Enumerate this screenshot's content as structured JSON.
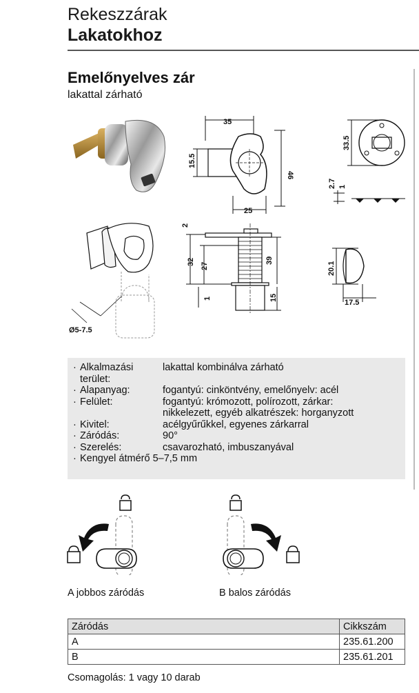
{
  "header": {
    "line1": "Rekeszzárak",
    "line2": "Lakatokhoz"
  },
  "product": {
    "title": "Emelőnyelves zár",
    "subtitle": "lakattal zárható"
  },
  "dimensions": {
    "d35": "35",
    "d46": "46",
    "d15_5": "15.5",
    "d25": "25",
    "d33_5": "33.5",
    "d2_7": "2.7",
    "d1a": "1",
    "d2": "2",
    "d32": "32",
    "d27": "27",
    "d39": "39",
    "d1b": "1",
    "d15": "15",
    "d20_1": "20.1",
    "d17_5": "17.5",
    "shackle": "Ø5-7.5"
  },
  "specs": [
    {
      "label": "Alkalmazási",
      "value": "lakattal kombinálva zárható"
    },
    {
      "label": "terület:",
      "value": ""
    },
    {
      "label": "Alapanyag:",
      "value": "fogantyú: cinköntvény, emelőnyelv: acél"
    },
    {
      "label": "Felület:",
      "value": "fogantyú: krómozott, polírozott, zárkar:"
    },
    {
      "label": "",
      "value": "nikkelezett, egyéb alkatrészek: horganyzott"
    },
    {
      "label": "Kivitel:",
      "value": "acélgyűrűkkel, egyenes zárkarral"
    },
    {
      "label": "Záródás:",
      "value": "90°"
    },
    {
      "label": "Szerelés:",
      "value": "csavarozható, imbuszanyával"
    },
    {
      "label": "Kengyel átmérő 5–7,5 mm",
      "value": ""
    }
  ],
  "rotation": {
    "caption_a": "A jobbos záródás",
    "caption_b": "B balos záródás"
  },
  "order_table": {
    "headers": [
      "Záródás",
      "Cikkszám"
    ],
    "rows": [
      [
        "A",
        "235.61.200"
      ],
      [
        "B",
        "235.61.201"
      ]
    ]
  },
  "packaging": "Csomagolás: 1 vagy 10 darab"
}
